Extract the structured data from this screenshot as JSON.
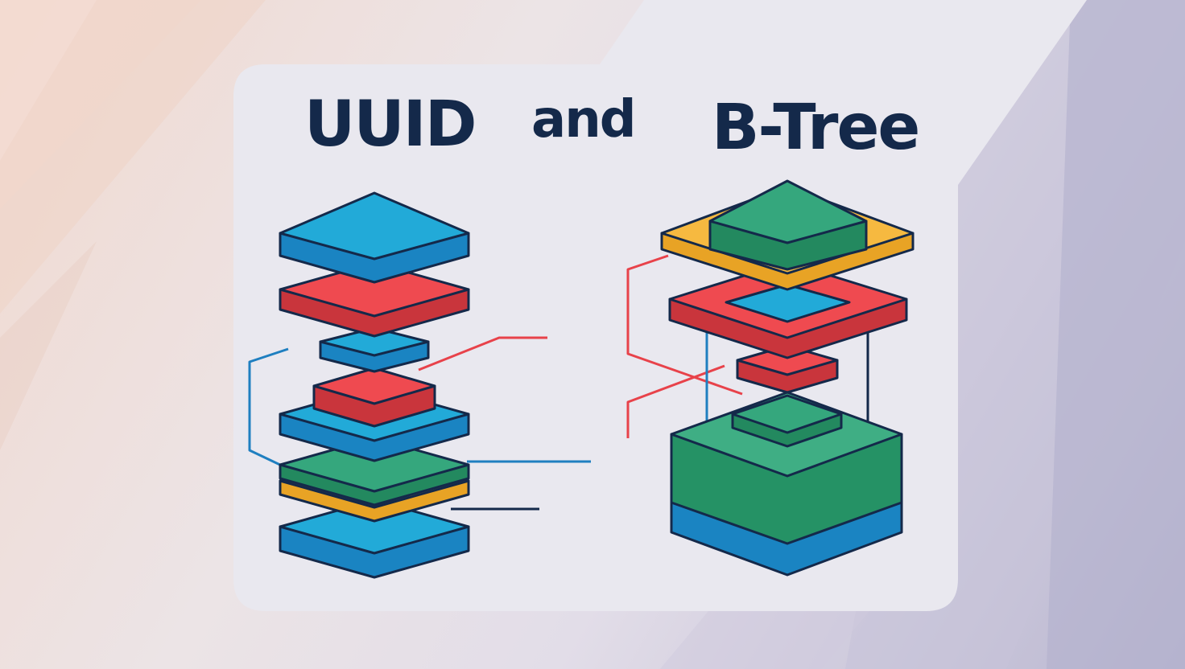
{
  "title": {
    "left": "UUID",
    "middle": "and",
    "right": "B-Tree"
  },
  "colors": {
    "navy": "#14294a",
    "blue": "#1fa3d6",
    "red": "#e8424a",
    "green": "#2fa07a",
    "yellow": "#f6b940",
    "card": "#e9e8ef"
  },
  "diagram": {
    "left_stack": "uuid-stack",
    "right_stack": "btree-stack"
  }
}
